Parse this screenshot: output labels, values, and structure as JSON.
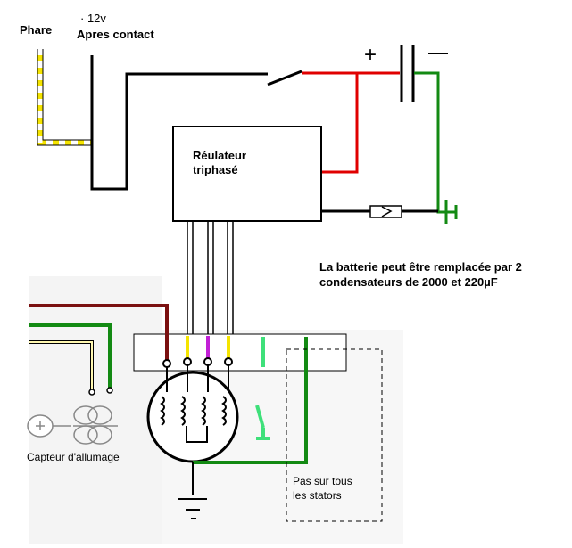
{
  "labels": {
    "phare": "Phare",
    "plus_12v": "· 12v",
    "apres_contact": "Apres contact",
    "capacitor_plus": "+",
    "capacitor_minus": "—",
    "regulator_line1": "Réulateur",
    "regulator_line2": "triphasé",
    "note_line1": "La batterie peut être remplacée par 2",
    "note_line2": "condensateurs de 2000 et 220µF",
    "capteur": "Capteur d'allumage",
    "pas_line1": "Pas sur tous",
    "pas_line2": "les stators"
  },
  "colors": {
    "wire_black": "#000000",
    "wire_red": "#e00000",
    "wire_green": "#138a13",
    "wire_yellow": "#f5e400",
    "wire_violet": "#c21fd6",
    "wire_dark_red": "#7a1010",
    "wire_light_green": "#3ee07a",
    "wire_white": "#ffffff"
  }
}
